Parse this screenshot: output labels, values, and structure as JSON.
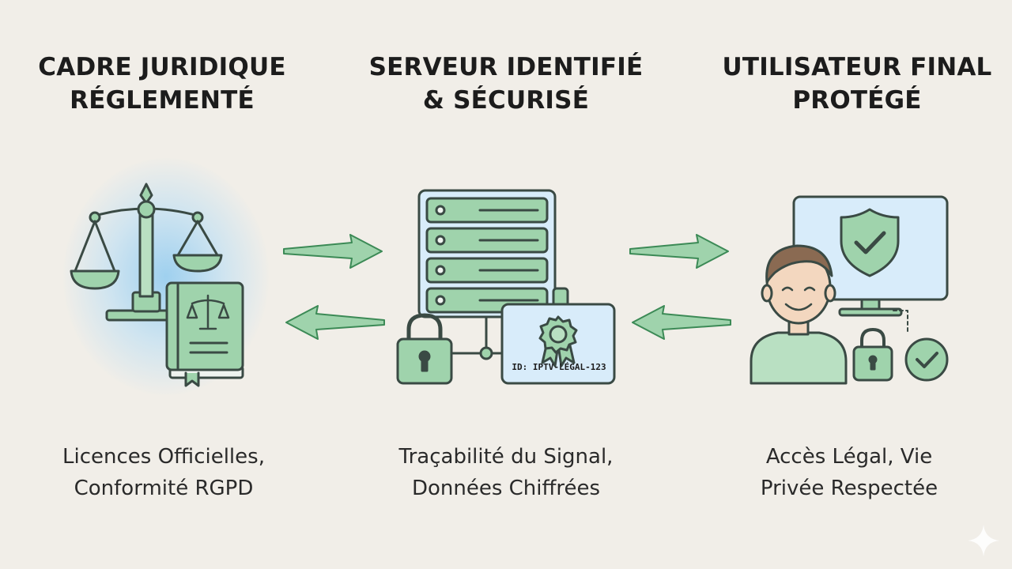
{
  "columns": [
    {
      "title": [
        "CADRE JURIDIQUE",
        "RÉGLEMENTÉ"
      ],
      "description": [
        "Licences Officielles,",
        "Conformité RGPD"
      ],
      "icon": "legal-scale-and-law-book"
    },
    {
      "title": [
        "SERVEUR IDENTIFIÉ",
        "& SÉCURISÉ"
      ],
      "description": [
        "Traçabilité du Signal,",
        "Données Chiffrées"
      ],
      "icon": "server-with-lock-and-id-badge",
      "badge_id": "ID: IPTV-LÉGAL-123"
    },
    {
      "title": [
        "UTILISATEUR FINAL",
        "PROTÉGÉ"
      ],
      "description": [
        "Accès Légal, Vie",
        "Privée Respectée"
      ],
      "icon": "user-with-protected-screen"
    }
  ],
  "colors": {
    "green_fill": "#9fd3ac",
    "green_dark": "#3c8a56",
    "outline": "#3a4a44",
    "blue_fill": "#d8ecfa",
    "background": "#f1eee8"
  }
}
